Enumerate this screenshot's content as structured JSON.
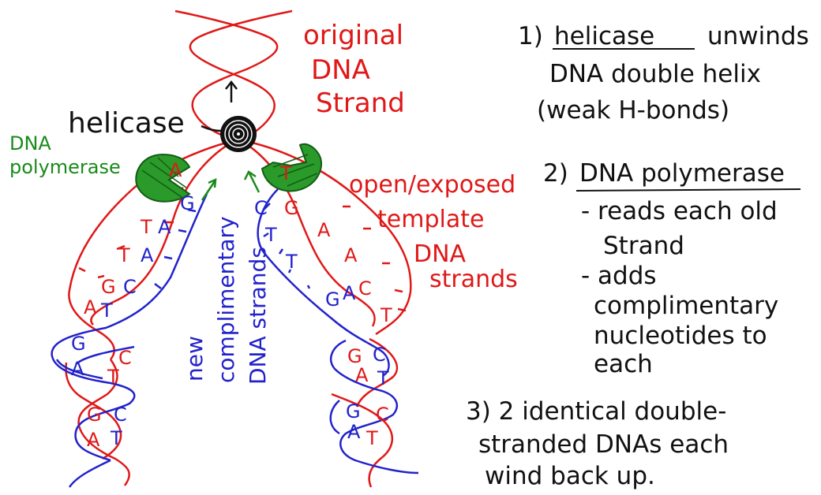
{
  "labels": {
    "original_1": "original",
    "original_2": "DNA",
    "original_3": "Strand",
    "helicase": "helicase",
    "polymerase_1": "DNA",
    "polymerase_2": "polymerase",
    "template_1": "open/exposed",
    "template_2": "template",
    "template_3": "DNA",
    "template_4": "strands",
    "new_1": "new",
    "new_2": "complimentary",
    "new_3": "DNA strands"
  },
  "notes": {
    "step1_num": "1)",
    "step1_a": "helicase",
    "step1_b": "unwinds",
    "step1_c": "DNA double helix",
    "step1_d": "(weak H-bonds)",
    "step2_num": "2)",
    "step2_a": "DNA polymerase",
    "step2_b": "- reads each old",
    "step2_c": "Strand",
    "step2_d": "- adds",
    "step2_e": "complimentary",
    "step2_f": "nucleotides to",
    "step2_g": "each",
    "step3_a": "3) 2 identical double-",
    "step3_b": "stranded DNAs each",
    "step3_c": "wind back up."
  },
  "bases": {
    "l1": "A",
    "l2": "G",
    "l3": "T",
    "l4": "A",
    "l5": "T",
    "l6": "A",
    "l7": "G",
    "l8": "C",
    "l9": "A",
    "l10": "T",
    "l11": "G",
    "l12": "C",
    "l13": "A",
    "l14": "T",
    "l15": "G",
    "l16": "C",
    "l17": "A",
    "l18": "T",
    "r1": "T",
    "r2": "C",
    "r3": "G",
    "r4": "T",
    "r5": "A",
    "r6": "T",
    "r7": "A",
    "r8": "G",
    "r9": "C",
    "r10": "A",
    "r11": "T",
    "r12": "G",
    "r13": "C",
    "r14": "A",
    "r15": "T",
    "r16": "G",
    "r17": "C",
    "r18": "A",
    "r19": "T"
  },
  "colors": {
    "old_strand": "#e01818",
    "new_strand": "#2222cc",
    "polymerase": "#1a8a1a",
    "text": "#111111"
  },
  "icons": [
    "helicase-icon",
    "polymerase-icon",
    "arrow-icon"
  ]
}
